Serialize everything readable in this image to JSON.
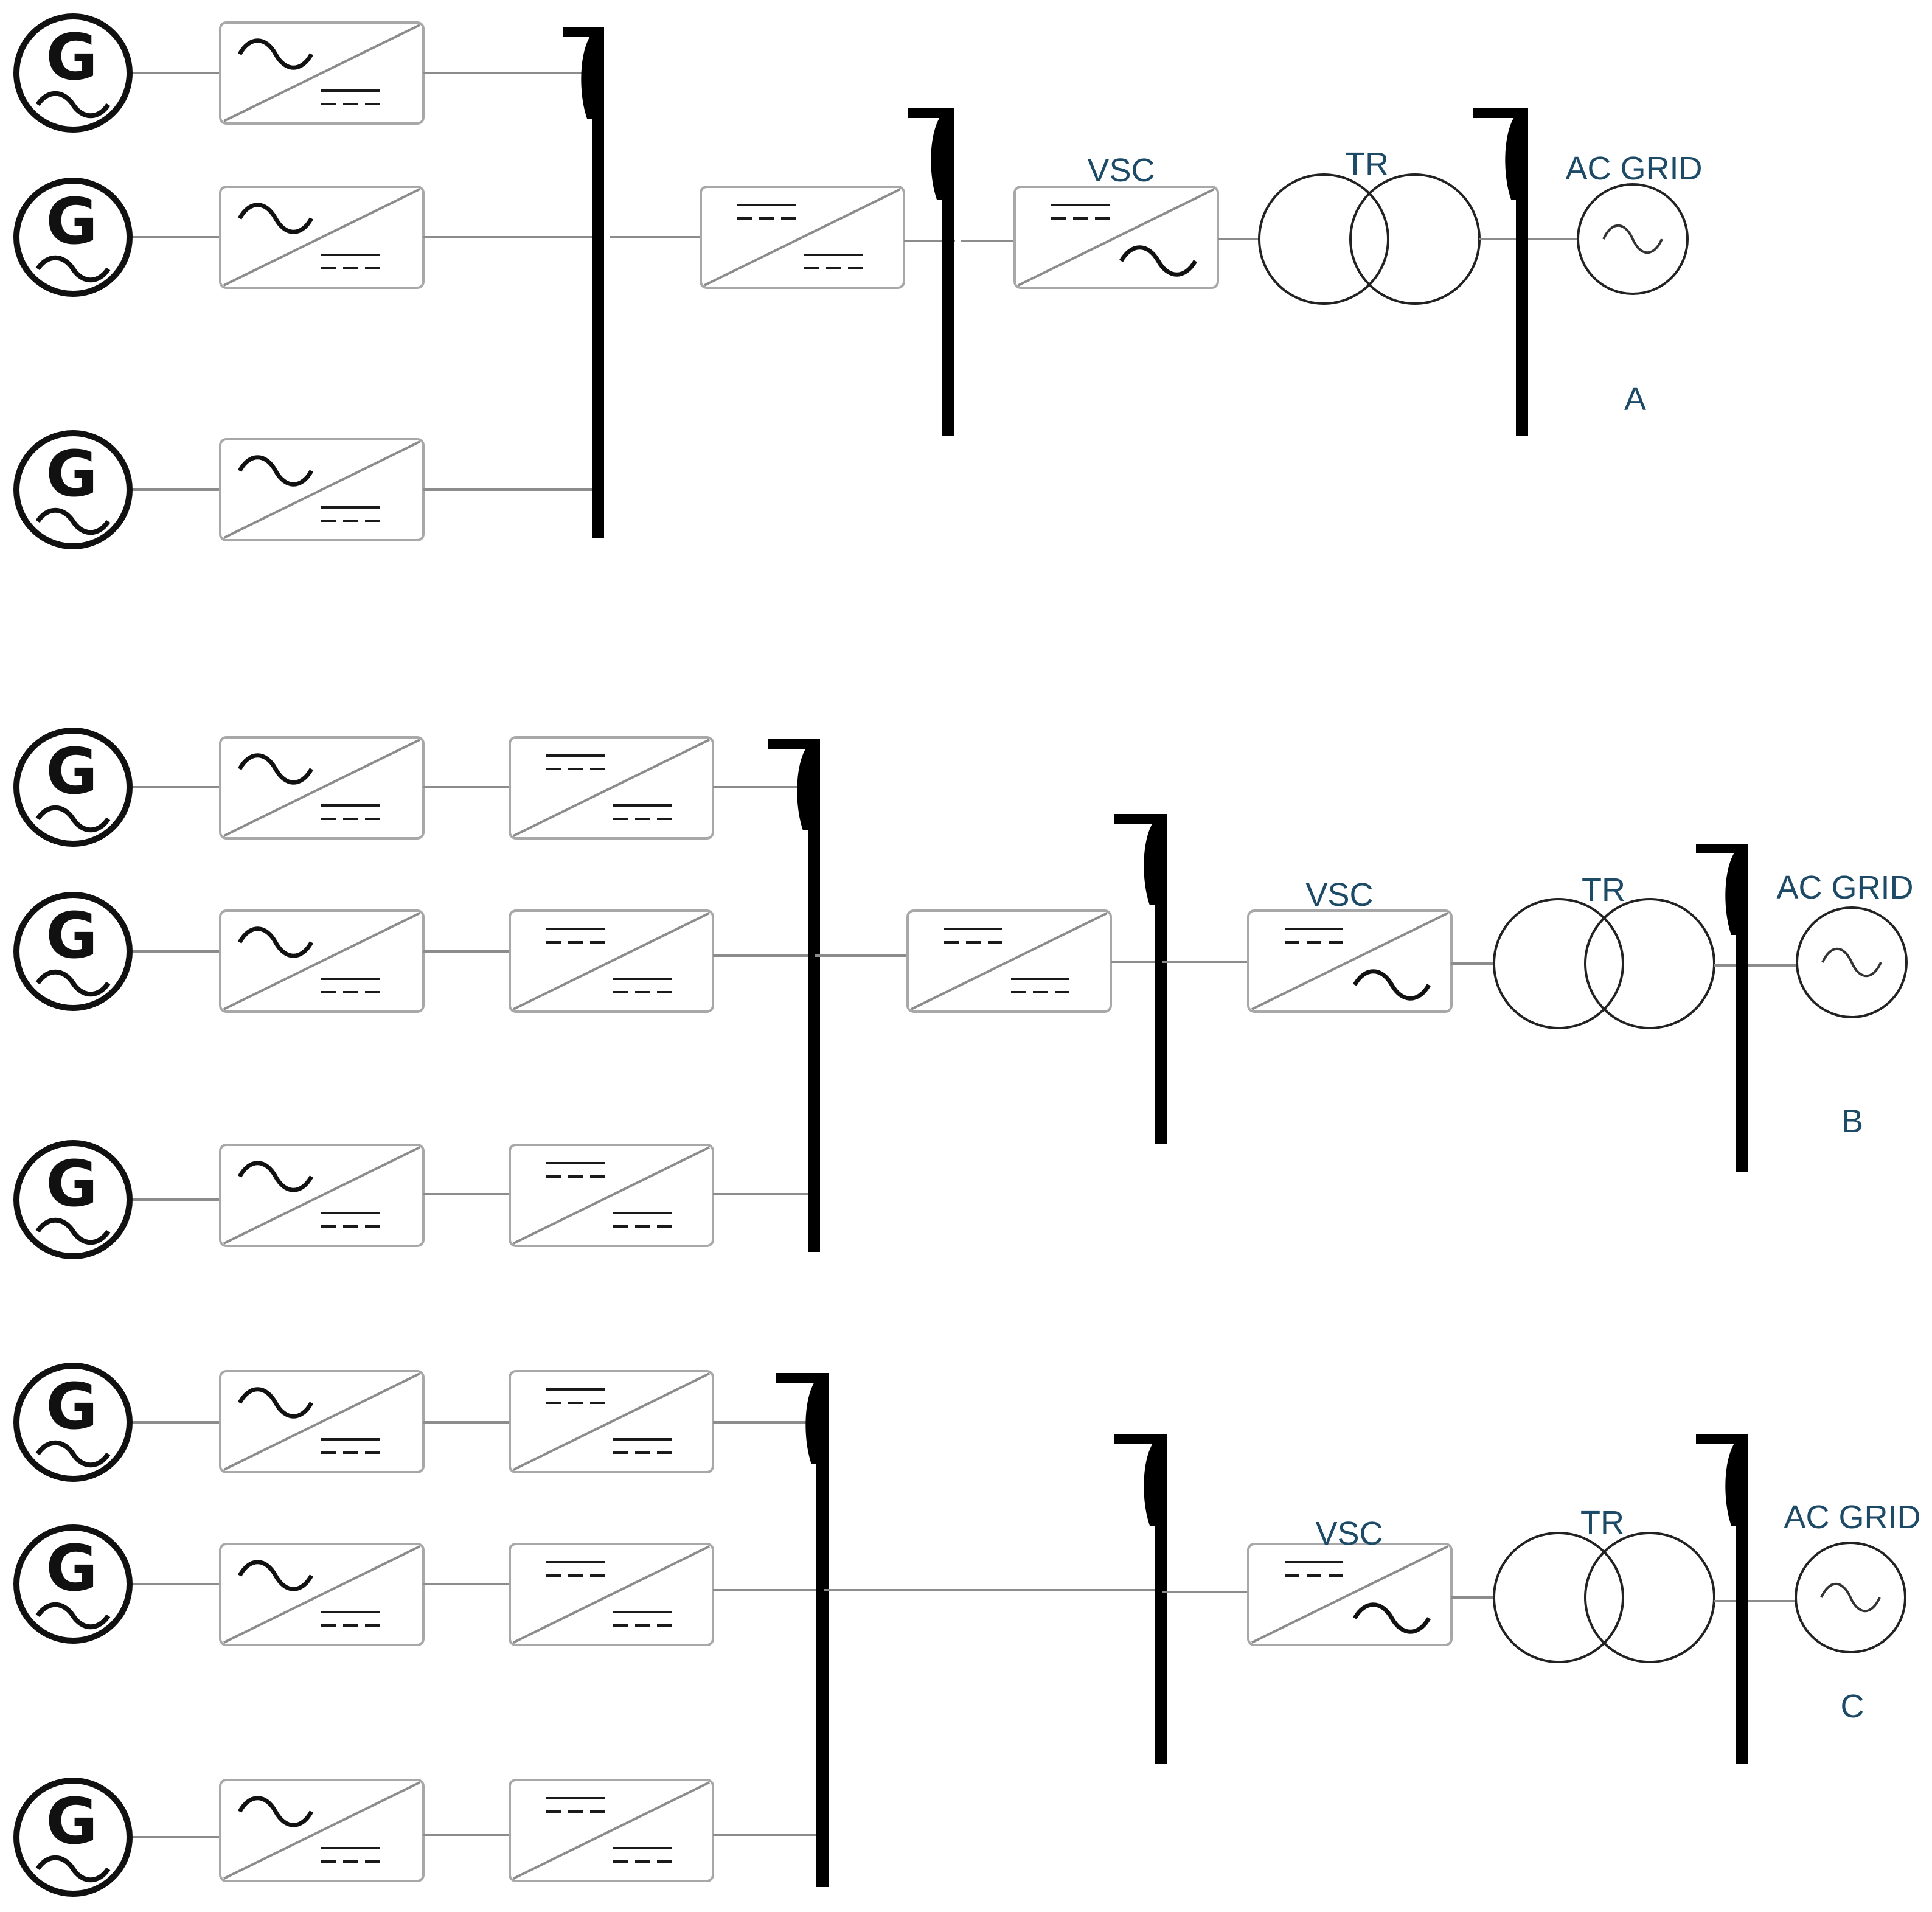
{
  "labels": {
    "vsc": "VSC",
    "transformer": "TR",
    "grid": "AC GRID",
    "generator_letter": "G"
  },
  "configurations": [
    {
      "id": "A",
      "caption": "A",
      "generators": 3,
      "conversion_stages_per_generator": [
        "AC/DC"
      ],
      "collector_converter": true,
      "vsc": true,
      "transformer": true,
      "grid": true
    },
    {
      "id": "B",
      "caption": "B",
      "generators": 3,
      "conversion_stages_per_generator": [
        "AC/DC",
        "DC/DC"
      ],
      "collector_converter": true,
      "vsc": true,
      "transformer": true,
      "grid": true
    },
    {
      "id": "C",
      "caption": "C",
      "generators": 3,
      "conversion_stages_per_generator": [
        "AC/DC",
        "DC/DC"
      ],
      "collector_converter": false,
      "vsc": true,
      "transformer": true,
      "grid": true
    }
  ],
  "colors": {
    "label_text": "#1d4a66",
    "bus": "#000000",
    "wire": "#8c8c8c",
    "converter_frame": "#a8a8a8"
  },
  "icons": {
    "generator": "generator-G-icon",
    "ac_dc": "ac-dc-converter-icon",
    "dc_dc": "dc-dc-converter-icon",
    "dc_ac": "dc-ac-converter-icon",
    "transformer": "two-winding-transformer-icon",
    "grid": "ac-grid-source-icon"
  }
}
